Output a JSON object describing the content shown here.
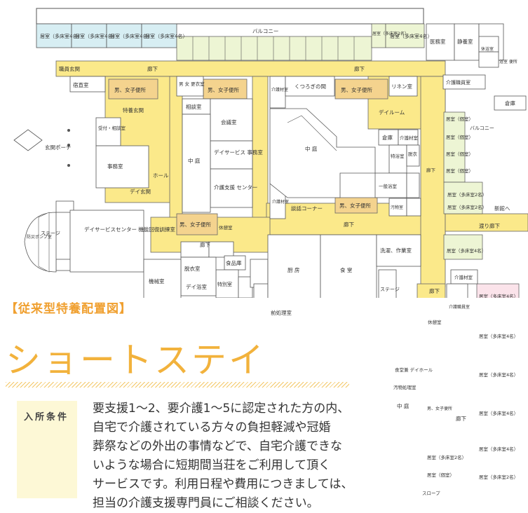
{
  "floor_plan": {
    "rooms_top": [
      "居室（多床室4名）",
      "居室（多床室4名）",
      "居室（多床室4名）",
      "居室（多床室4名）"
    ],
    "balcony": "バルコニー",
    "single_room": "居室（個室）",
    "single_room_short": "居室（個室）",
    "room_2": "居室（多床室2名）",
    "room_4": "居室（多床室4名）",
    "medical": "医務室",
    "quiet": "静養室",
    "wash": "休浴室",
    "bath_upper": "浴室 便所",
    "corridor": "廊下",
    "staff_entrance": "職員玄関",
    "duty": "宿直室",
    "toilet_mf": "男、女子便所",
    "special_entrance": "特養玄関",
    "changing": "男 女 更衣室",
    "consult": "相談室",
    "meeting": "会議室",
    "courtyard": "中 庭",
    "day_office": "デイサービス 事務室",
    "care_center": "介護支援 センター",
    "care_material": "介護材室",
    "care_material_short": "介護材室",
    "kurogi": "くつろぎの間",
    "linen": "リネン室",
    "day_room": "デイルーム",
    "care_office": "介護職員室",
    "storage": "倉庫",
    "bath_special": "特浴室",
    "undress": "脱衣",
    "bath_general": "一般浴室",
    "talk_corner": "談話コーナー",
    "water": "汚物室",
    "entrance_porch": "玄関ポーチ",
    "reception": "受付・相談室",
    "office": "事務室",
    "hall": "ホール",
    "day_entrance": "デイ玄関",
    "stage": "ステージ",
    "fire_pump": "防災ポンプ室",
    "day_center": "デイサービスセンター 機能回復訓練室",
    "rest": "休憩室",
    "food_storage": "食品庫",
    "dressing": "脱衣室",
    "kitchen": "厨 房",
    "dining": "食 堂",
    "laundry": "洗濯、作業室",
    "day_bath": "デイ浴室",
    "special_bath": "特別室",
    "machine": "機械室",
    "prep": "前処理室",
    "nurse": "介護職員室",
    "pass_corridor": "渡り廊下",
    "new_wing": "新館へ",
    "dining_day": "食堂兼 デイホール",
    "soiled": "汚物処理室",
    "slope": "スロープ",
    "balcony_v": "バルコニー"
  },
  "section_header": "【従来型特養配置図】",
  "title": "ショートステイ",
  "condition_label": "入所条件",
  "paragraph": [
    "要支援1～2、要介護1～5に認定された方の内、",
    "自宅で介護されている方々の負担軽減や冠婚",
    "葬祭などの外出の事情などで、自宅介護できな",
    "いような場合に短期間当荘をご利用して頂く",
    "サービスです。利用日程や費用につきましては、",
    "担当の介護支援専門員にご相談ください。"
  ],
  "colors": {
    "corridor": "#fbe98a",
    "toilet": "#f4d38e",
    "top_rooms": "#d7eef3",
    "pink_rooms": "#fbe3ea",
    "accent": "#f2b23c",
    "green_rooms": "#edf5d4"
  }
}
